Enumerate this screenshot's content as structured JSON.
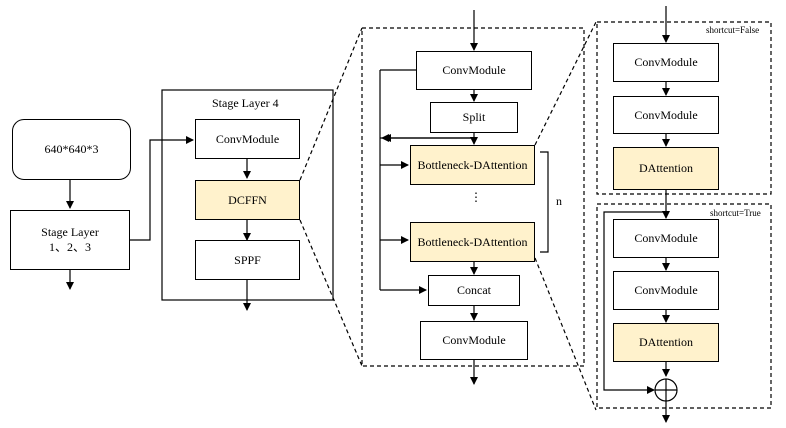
{
  "input": {
    "label": "640*640*3"
  },
  "stage123": {
    "line1": "Stage Layer",
    "line2": "1、2、3"
  },
  "stage4": {
    "title": "Stage Layer 4",
    "conv": "ConvModule",
    "dcffn": "DCFFN",
    "sppf": "SPPF"
  },
  "dcffn_detail": {
    "conv_top": "ConvModule",
    "split": "Split",
    "bottleneck1": "Bottleneck-DAttention",
    "dots": "⋮",
    "bottleneck2": "Bottleneck-DAttention",
    "n_label": "n",
    "concat": "Concat",
    "conv_bottom": "ConvModule"
  },
  "shortcut_false": {
    "title": "shortcut=False",
    "conv1": "ConvModule",
    "conv2": "ConvModule",
    "dattention": "DAttention"
  },
  "shortcut_true": {
    "title": "shortcut=True",
    "conv1": "ConvModule",
    "conv2": "ConvModule",
    "dattention": "DAttention"
  },
  "colors": {
    "highlight": "#fff2cc",
    "stroke": "#000000"
  }
}
